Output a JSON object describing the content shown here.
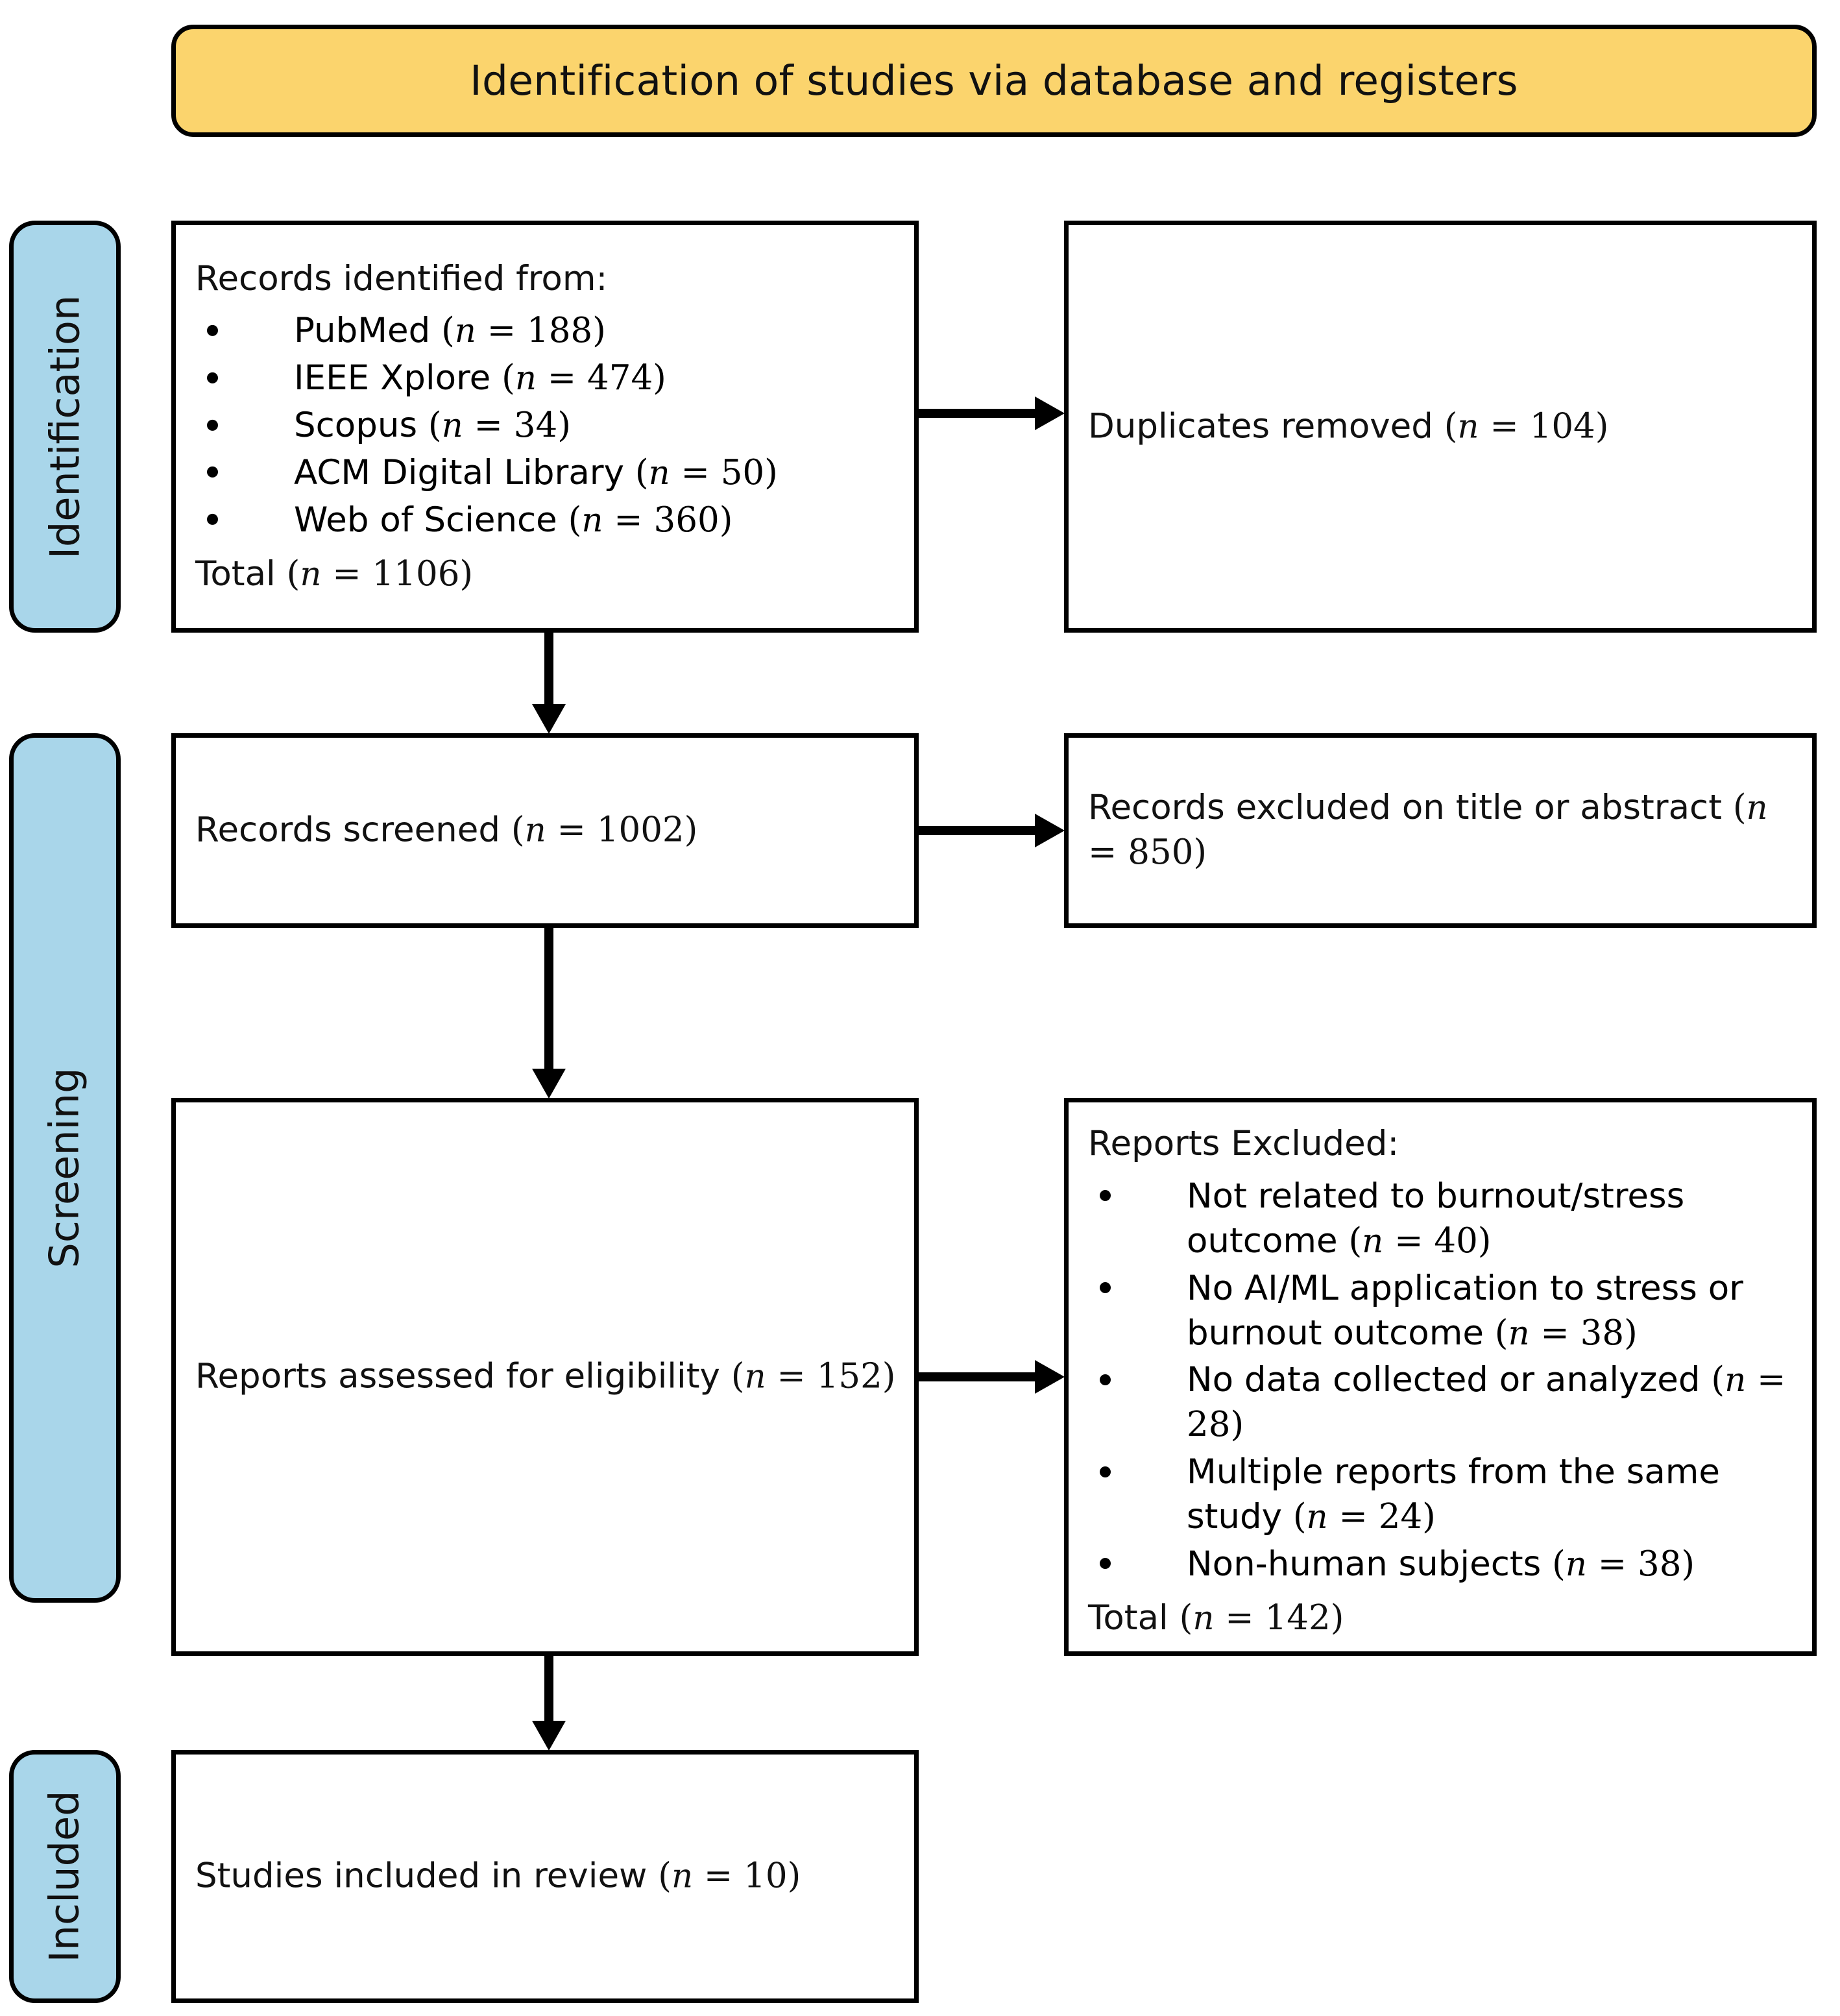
{
  "banner": {
    "title": "Identification of studies via database and registers"
  },
  "colors": {
    "banner_fill": "#FBD46D",
    "stage_label_fill": "#A9D6EA",
    "box_fill": "#FFFFFF",
    "stroke": "#000000"
  },
  "stage_labels": {
    "identification": "Identification",
    "screening": "Screening",
    "included": "Included"
  },
  "boxes": {
    "identified": {
      "lead": "Records identified from:",
      "items": [
        {
          "label": "PubMed",
          "n": "188"
        },
        {
          "label": "IEEE Xplore",
          "n": "474"
        },
        {
          "label": "Scopus",
          "n": "34"
        },
        {
          "label": "ACM Digital Library",
          "n": "50"
        },
        {
          "label": "Web of Science",
          "n": "360"
        }
      ],
      "total_label": "Total",
      "total_n": "1106"
    },
    "duplicates": {
      "label": "Duplicates removed",
      "n": "104"
    },
    "screened": {
      "label": "Records screened",
      "n": "1002"
    },
    "excluded_title_abstract": {
      "label": "Records excluded on title or abstract",
      "n": "850"
    },
    "assessed": {
      "label": "Reports assessed for eligibility",
      "n": "152"
    },
    "reports_excluded": {
      "lead": "Reports Excluded:",
      "items": [
        {
          "label": "Not related to burnout/stress outcome",
          "n": "40"
        },
        {
          "label": "No AI/ML application to stress or burnout outcome",
          "n": "38"
        },
        {
          "label": "No data collected or analyzed",
          "n": "28"
        },
        {
          "label": "Multiple reports from the same study",
          "n": "24"
        },
        {
          "label": "Non-human subjects",
          "n": "38"
        }
      ],
      "total_label": "Total",
      "total_n": "142"
    },
    "included": {
      "label": "Studies included in review",
      "n": "10"
    }
  },
  "chart_data": {
    "type": "diagram",
    "title": "Identification of studies via database and registers",
    "nodes": [
      {
        "id": "identified",
        "stage": "Identification",
        "text": "Records identified from: PubMed (n = 188), IEEE Xplore (n = 474), Scopus (n = 34), ACM Digital Library (n = 50), Web of Science (n = 360); Total (n = 1106)",
        "value": 1106
      },
      {
        "id": "duplicates",
        "stage": "Identification",
        "text": "Duplicates removed (n = 104)",
        "value": 104
      },
      {
        "id": "screened",
        "stage": "Screening",
        "text": "Records screened (n = 1002)",
        "value": 1002
      },
      {
        "id": "excluded_title_abstract",
        "stage": "Screening",
        "text": "Records excluded on title or abstract (n = 850)",
        "value": 850
      },
      {
        "id": "assessed",
        "stage": "Screening",
        "text": "Reports assessed for eligibility (n = 152)",
        "value": 152
      },
      {
        "id": "reports_excluded",
        "stage": "Screening",
        "text": "Reports Excluded: Total (n = 142)",
        "value": 142
      },
      {
        "id": "included",
        "stage": "Included",
        "text": "Studies included in review (n = 10)",
        "value": 10
      }
    ],
    "edges": [
      {
        "from": "identified",
        "to": "duplicates",
        "direction": "right"
      },
      {
        "from": "identified",
        "to": "screened",
        "direction": "down"
      },
      {
        "from": "screened",
        "to": "excluded_title_abstract",
        "direction": "right"
      },
      {
        "from": "screened",
        "to": "assessed",
        "direction": "down"
      },
      {
        "from": "assessed",
        "to": "reports_excluded",
        "direction": "right"
      },
      {
        "from": "assessed",
        "to": "included",
        "direction": "down"
      }
    ]
  }
}
